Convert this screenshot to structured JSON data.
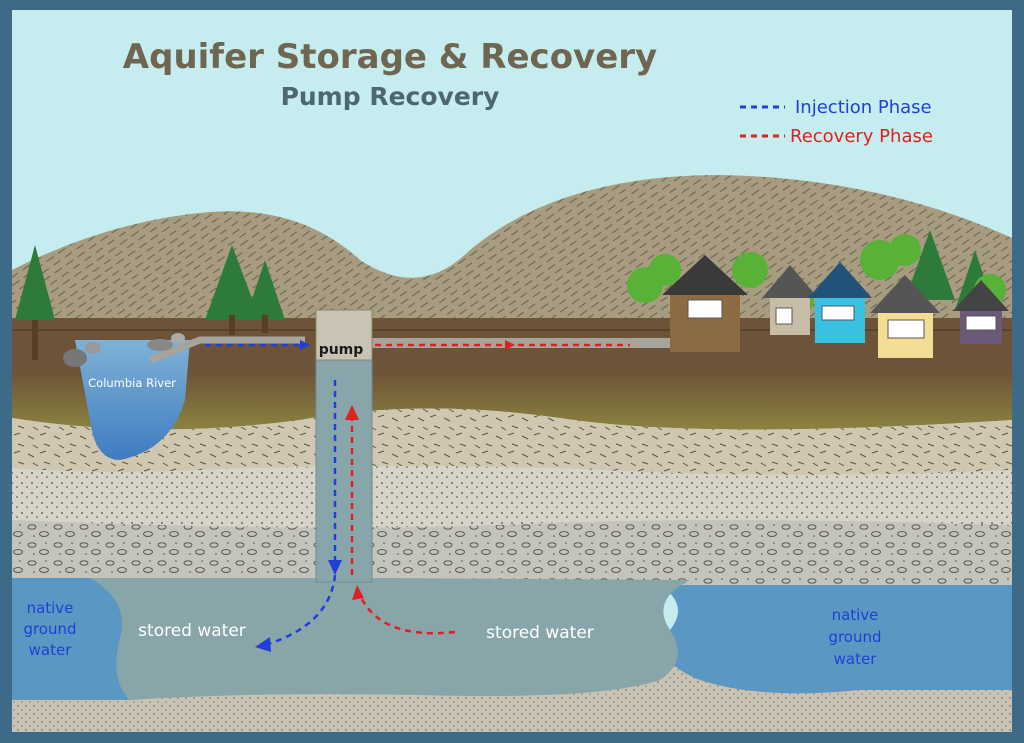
{
  "title": "Aquifer Storage & Recovery",
  "subtitle": "Pump Recovery",
  "legend": [
    {
      "label": "Injection Phase",
      "color": "#1f3fd6"
    },
    {
      "label": "Recovery Phase",
      "color": "#e02020"
    }
  ],
  "labels": {
    "river": "Columbia River",
    "pump": "pump",
    "stored_water_left": "stored water",
    "stored_water_right": "stored water",
    "native_left": [
      "native",
      "ground",
      "water"
    ],
    "native_right": [
      "native",
      "ground",
      "water"
    ]
  },
  "colors": {
    "sky": "#c5ecef",
    "hill": "#a79c80",
    "soil": "#6d5338",
    "water_stored": "#88a6aa",
    "water_native": "#5b97c3",
    "frame": "#3d6a86"
  },
  "icons": [
    "conifer-tree-icon",
    "deciduous-tree-icon",
    "house-icon",
    "rock-icon"
  ]
}
